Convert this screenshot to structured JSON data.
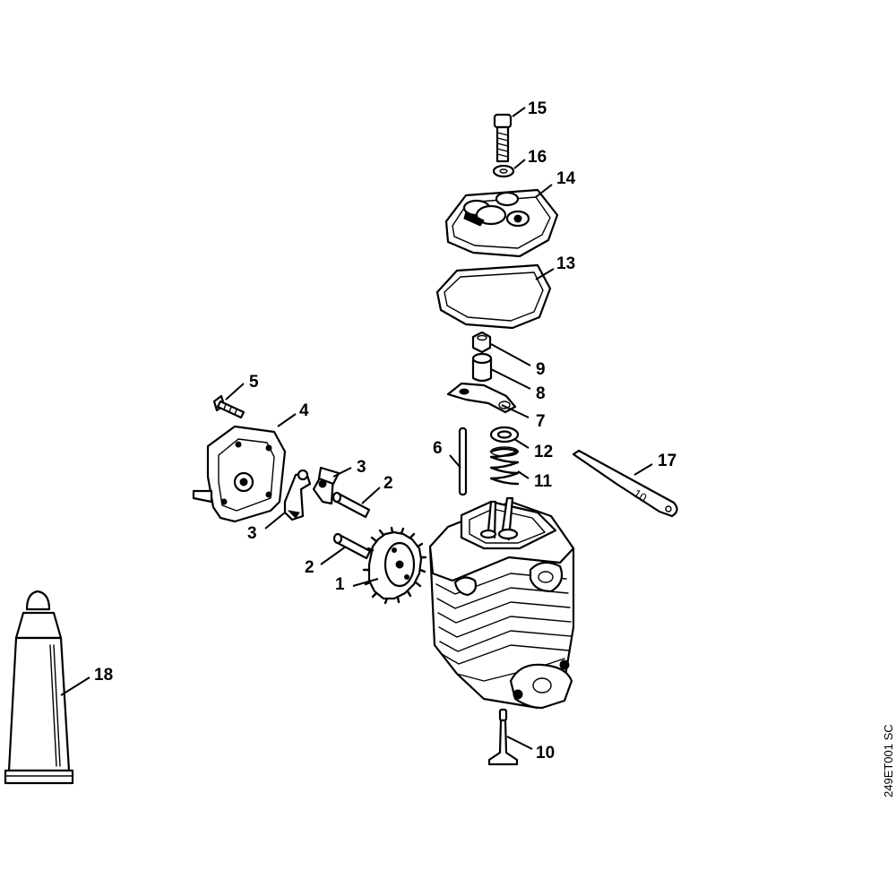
{
  "callouts": {
    "c1": "1",
    "c2a": "2",
    "c2b": "2",
    "c3a": "3",
    "c3b": "3",
    "c4": "4",
    "c5": "5",
    "c6": "6",
    "c7": "7",
    "c8": "8",
    "c9": "9",
    "c10": "10",
    "c11": "11",
    "c12": "12",
    "c13": "13",
    "c14": "14",
    "c15": "15",
    "c16": "16",
    "c17": "17",
    "c18": "18"
  },
  "drawing_ref": "249ET001 SC",
  "tool_mark": "10",
  "colors": {
    "line": "#000000",
    "background": "#ffffff"
  }
}
